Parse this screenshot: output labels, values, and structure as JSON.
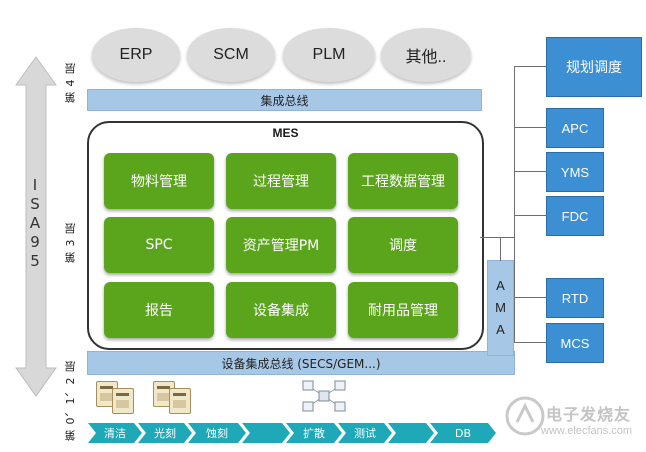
{
  "top_systems": [
    "ERP",
    "SCM",
    "PLM",
    "其他.."
  ],
  "layers": {
    "layer4": "第 4 层",
    "layer3": "第 3 层",
    "layer012": "第 0、1、2 层"
  },
  "isa_label": "ISA95",
  "buses": {
    "integration": "集成总线",
    "device": "设备集成总线 (SECS/GEM...)"
  },
  "mes": {
    "title": "MES",
    "modules": [
      "物料管理",
      "过程管理",
      "工程数据管理",
      "SPC",
      "资产管理PM",
      "调度",
      "报告",
      "设备集成",
      "耐用品管理"
    ]
  },
  "ama": "AMA",
  "right_systems": [
    "规划调度",
    "APC",
    "YMS",
    "FDC",
    "RTD",
    "MCS"
  ],
  "process_steps": [
    "清洁",
    "光刻",
    "蚀刻",
    "扩散",
    "测试",
    "DB"
  ],
  "watermark": {
    "line1": "电子发烧友",
    "line2": "www.elecfans.com"
  },
  "colors": {
    "green": "#5ba51d",
    "blue": "#3d8fd4",
    "bus": "#a7c7e7",
    "teal": "#1fa8b7"
  }
}
